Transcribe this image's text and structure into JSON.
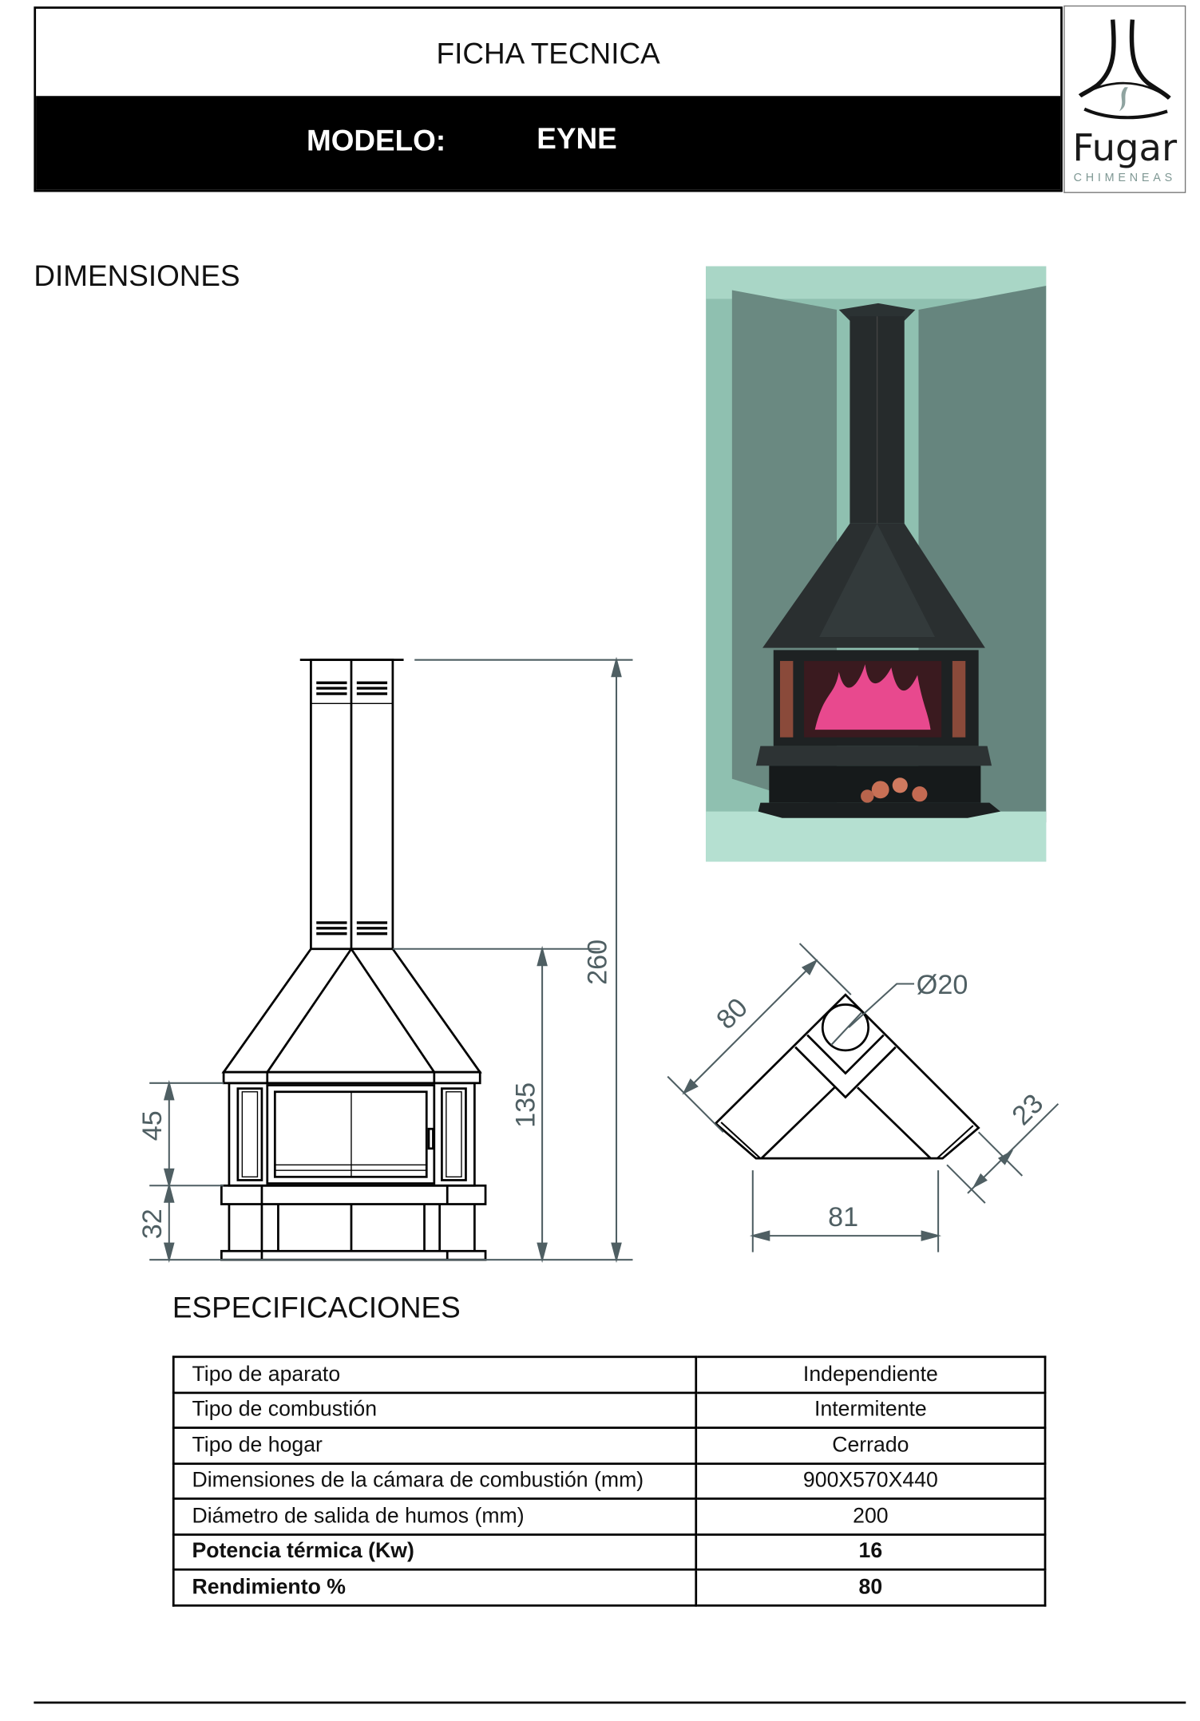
{
  "header": {
    "title": "FICHA TECNICA",
    "model_label": "MODELO:",
    "model_value": "EYNE"
  },
  "logo": {
    "brand": "Fugar",
    "tagline": "CHIMENEAS"
  },
  "sections": {
    "dimensions": "DIMENSIONES",
    "specs": "ESPECIFICACIONES"
  },
  "dimensions": {
    "front": {
      "total_height": "260",
      "hood_height": "135",
      "door_height": "45",
      "base_height": "32"
    },
    "top": {
      "depth": "80",
      "flue_diameter": "Ø20",
      "width": "81",
      "side": "23"
    }
  },
  "colors": {
    "drawing_line": "#000000",
    "dimension_line": "#4f5f63",
    "photo_wall": "#6e8f86"
  },
  "specs": [
    {
      "label": "Tipo de aparato",
      "value": "Independiente"
    },
    {
      "label": "Tipo de combustión",
      "value": "Intermitente"
    },
    {
      "label": "Tipo de hogar",
      "value": "Cerrado"
    },
    {
      "label": "Dimensiones de la cámara de combustión (mm)",
      "value": "900X570X440"
    },
    {
      "label": "Diámetro de salida de humos (mm)",
      "value": "200"
    },
    {
      "label": "Potencia térmica (Kw)",
      "value": "16"
    },
    {
      "label": "Rendimiento %",
      "value": "80"
    }
  ]
}
